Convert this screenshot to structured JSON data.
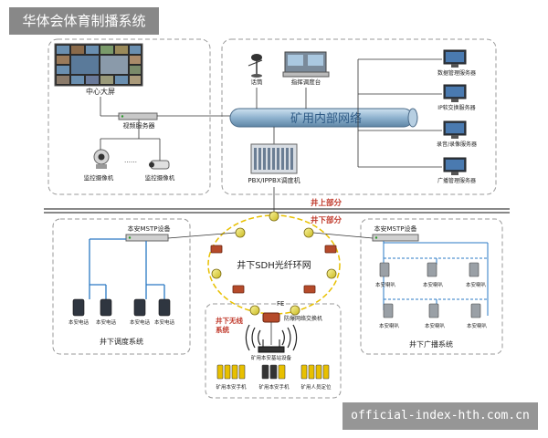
{
  "header": {
    "title": "华体会体育制播系统"
  },
  "watermark": {
    "text": "official-index-hth.com.cn"
  },
  "surface": {
    "center_screen": "中心大屏",
    "video_server": "视频服务器",
    "camera_a": "监控摄像机",
    "camera_b": "监控摄像机",
    "dots": "……",
    "mic": "话筒",
    "dispatch_console": "指挥调度台",
    "network": "矿用内部网络",
    "pbx": "PBX/IPPBX调度机",
    "servers": [
      "数据管理服务器",
      "IP软交换服务器",
      "录音/录像服务器",
      "广播管理服务器"
    ]
  },
  "divider": {
    "above": "井上部分",
    "below": "井下部分"
  },
  "underground": {
    "ring": "井下SDH光纤环网",
    "mstp_left": "本安MSTP设备",
    "mstp_right": "本安MSTP设备",
    "phones": [
      "本安电话",
      "本安电话",
      "本安电话",
      "本安电话"
    ],
    "phone_system": "井下调度系统",
    "speakers": [
      "本安喇叭",
      "本安喇叭",
      "本安喇叭",
      "本安喇叭",
      "本安喇叭",
      "本安喇叭"
    ],
    "broadcast_system": "井下广播系统",
    "fe": "FE",
    "switch": "防爆网络交换机",
    "wireless_title": [
      "井下无线",
      "系统"
    ],
    "base_station": "矿用本安基站设备",
    "handsets": "矿用本安手机",
    "handsets_b": "矿用本安手机",
    "locator": "矿用人员定位"
  },
  "colors": {
    "network_pipe": "#8fb3cf",
    "link_blue": "#2a78c4",
    "dashed_box": "#9a9a9a",
    "divider_label": "#c0392b",
    "node_yellow": "#e8e04a",
    "router_red": "#b54a2a"
  }
}
